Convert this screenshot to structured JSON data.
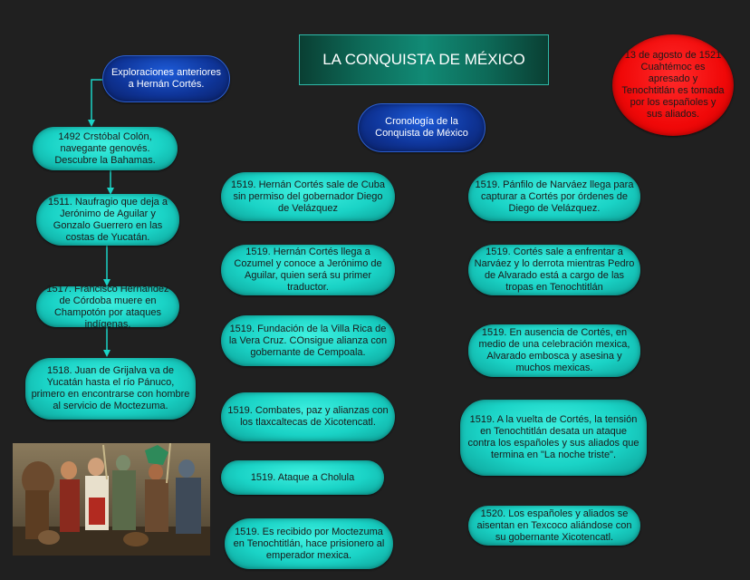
{
  "title": "LA CONQUISTA DE MÉXICO",
  "explorations_header": "Exploraciones anteriores a Hernán Cortés.",
  "chronology_header": "Cronología de la Conquista de México",
  "final_event": "13 de agosto de 1521 Cuahtémoc es apresado y Tenochtitlán es tomada por los españoles y sus aliados.",
  "explorations": [
    "1492 Crstóbal Colón, navegante genovés. Descubre la Bahamas.",
    "1511. Naufragio que deja a Jerónimo de Aguilar y Gonzalo Guerrero en las costas de Yucatán.",
    "1517. Francisco Hernández de Córdoba muere en Champotón por ataques indígenas.",
    "1518. Juan de Grijalva va de Yucatán hasta el río Pánuco, primero en encontrarse con hombre al servicio de Moctezuma."
  ],
  "chronology_left": [
    "1519. Hernán Cortés sale de Cuba sin permiso del gobernador Diego de Velázquez",
    "1519. Hernán Cortés llega a Cozumel y conoce a Jerónimo de Aguilar, quien será su primer traductor.",
    "1519. Fundación de la Villa Rica de la Vera Cruz. COnsigue alianza con gobernante de Cempoala.",
    "1519. Combates, paz y alianzas con los tlaxcaltecas de Xicotencatl.",
    "1519. Ataque a Cholula",
    "1519. Es recibido por Moctezuma en Tenochtitlán, hace prisionero al emperador mexica."
  ],
  "chronology_right": [
    "1519. Pánfilo de Narváez llega para capturar a Cortés por órdenes de Diego de Velázquez.",
    "1519. Cortés sale a enfrentar a Narváez y lo derrota mientras Pedro de Alvarado está a cargo de las tropas en Tenochtitlán",
    "1519. En ausencia de Cortés, en medio de una celebración mexica, Alvarado embosca y asesina y muchos mexicas.",
    "1519. A la vuelta de Cortés, la tensión en Tenochtitlán desata un ataque contra los españoles y sus aliados que termina en \"La noche triste\".",
    "1520. Los españoles y aliados se aisentan en Texcoco aliándose con su gobernante Xicotencatl."
  ],
  "colors": {
    "background": "#202020",
    "node": "#1ad3c6",
    "header_node": "#0f3599",
    "final_node": "#f00808",
    "connector": "#1ad3c6"
  }
}
